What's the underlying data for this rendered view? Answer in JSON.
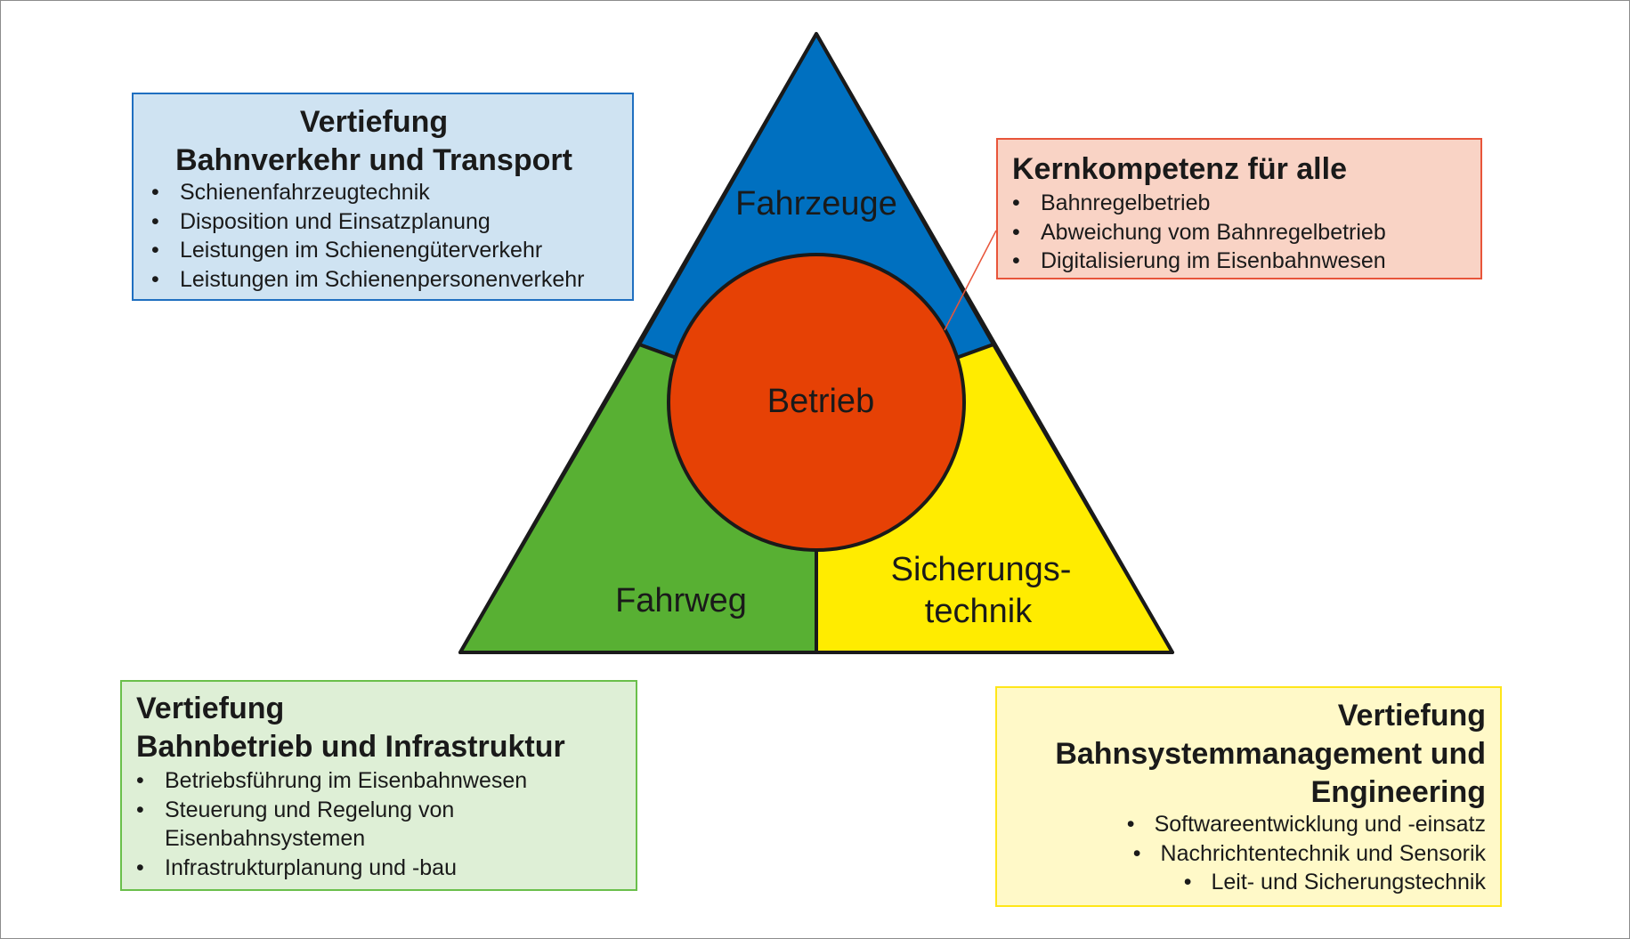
{
  "diagram": {
    "segments": {
      "top": {
        "label": "Fahrzeuge",
        "color": "#0070c0"
      },
      "left": {
        "label": "Fahrweg",
        "color": "#58b033"
      },
      "right": {
        "label_line1": "Sicherungs-",
        "label_line2": "technik",
        "color": "#ffec00"
      },
      "center": {
        "label": "Betrieb",
        "color": "#e64105"
      }
    }
  },
  "boxes": {
    "transport": {
      "title_line1": "Vertiefung",
      "title_line2": "Bahnverkehr und Transport",
      "items": [
        "Schienenfahrzeugtechnik",
        "Disposition und Einsatzplanung",
        "Leistungen im Schienengüterverkehr",
        "Leistungen im Schienenpersonenverkehr"
      ],
      "fill": "#cfe3f2",
      "border": "#1f6fc0"
    },
    "core": {
      "title": "Kernkompetenz für alle",
      "items": [
        "Bahnregelbetrieb",
        "Abweichung vom Bahnregelbetrieb",
        "Digitalisierung im Eisenbahnwesen"
      ],
      "fill": "#f9d3c5",
      "border": "#e8553a"
    },
    "infra": {
      "title_line1": "Vertiefung",
      "title_line2": "Bahnbetrieb und Infrastruktur",
      "items": [
        "Betriebsführung im Eisenbahnwesen",
        "Steuerung und Regelung von Eisenbahnsystemen",
        "Infrastrukturplanung und -bau"
      ],
      "fill": "#deefd6",
      "border": "#6abf4b"
    },
    "system": {
      "title_line1": "Vertiefung",
      "title_line2": "Bahnsystemmanagement und",
      "title_line3": "Engineering",
      "items": [
        "Softwareentwicklung und -einsatz",
        "Nachrichtentechnik und Sensorik",
        "Leit- und Sicherungstechnik"
      ],
      "fill": "#fff9c8",
      "border": "#ffe619"
    }
  }
}
